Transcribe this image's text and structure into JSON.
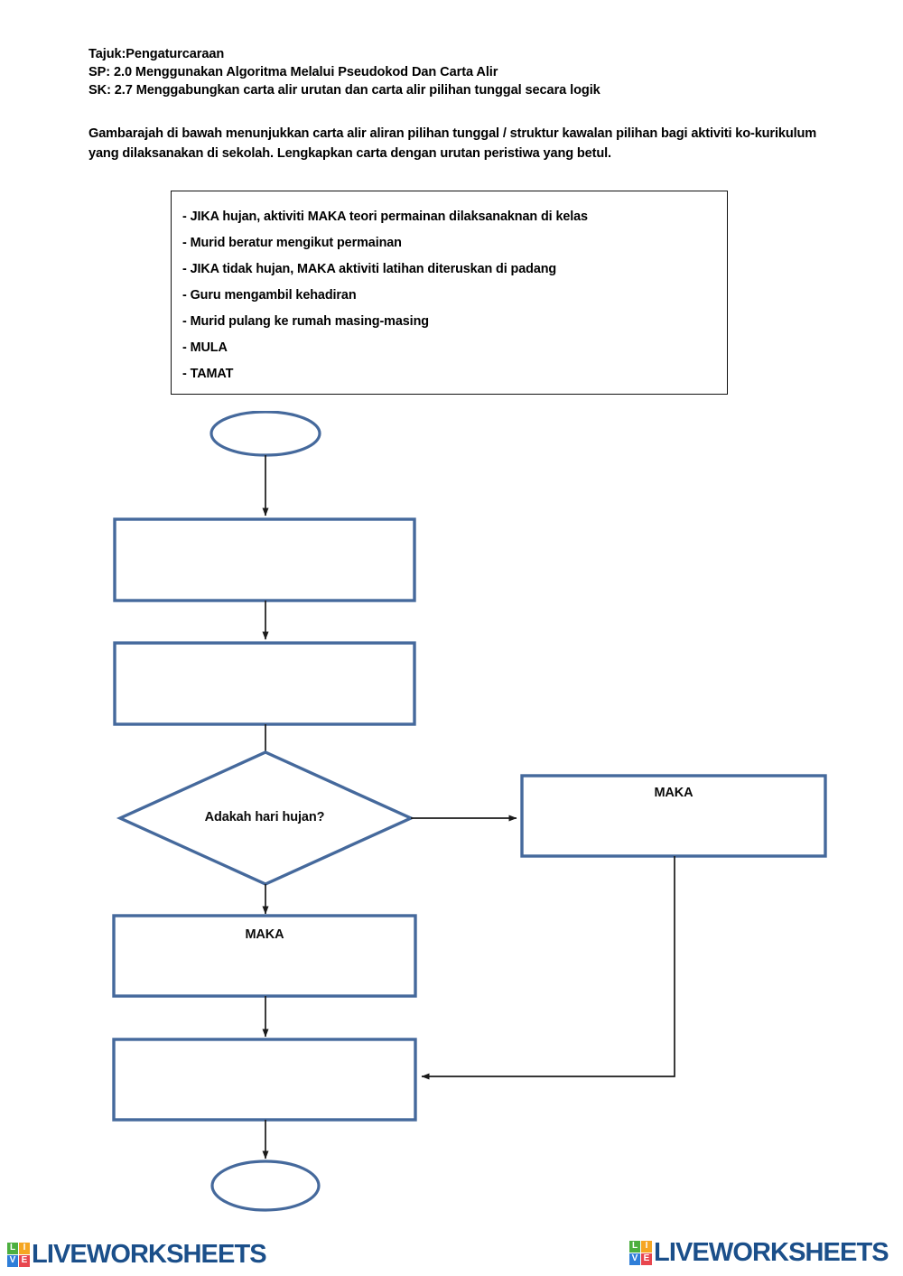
{
  "header": {
    "lines": [
      "Tajuk:Pengaturcaraan",
      "SP: 2.0 Menggunakan Algoritma Melalui Pseudokod Dan Carta Alir",
      "SK: 2.7 Menggabungkan carta alir urutan dan carta alir pilihan tunggal secara logik"
    ],
    "instructions": "Gambarajah di bawah menunjukkan carta alir aliran pilihan tunggal / struktur kawalan pilihan bagi aktiviti ko-kurikulum yang dilaksanakan di sekolah. Lengkapkan carta dengan urutan peristiwa yang betul."
  },
  "items_box": {
    "items": [
      "- JIKA hujan, aktiviti MAKA teori permainan dilaksanaknan di kelas",
      "- Murid beratur mengikut permainan",
      "- JIKA tidak hujan, MAKA aktiviti latihan diteruskan di padang",
      "- Guru mengambil kehadiran",
      "- Murid pulang ke rumah masing-masing",
      "- MULA",
      "- TAMAT"
    ]
  },
  "flowchart": {
    "shape_outline_color": "#45699c",
    "connector_color": "#1a1a1a",
    "start_oval": {
      "text": ""
    },
    "process_1": {
      "text": ""
    },
    "process_2": {
      "text": ""
    },
    "decision": {
      "text": "Adakah hari hujan?"
    },
    "branch_right_box": {
      "text": "MAKA"
    },
    "branch_left_box": {
      "text": "MAKA"
    },
    "process_merge": {
      "text": ""
    },
    "end_oval": {
      "text": ""
    }
  },
  "footer": {
    "logo": {
      "wordmark": "LIVEWORKSHEETS",
      "mark_letters": [
        "L",
        "I",
        "V",
        "E"
      ],
      "mark_colors": [
        "#4caf3f",
        "#f5a623",
        "#2f7ed8",
        "#e8464e"
      ],
      "wordmark_color": "#1b4f8a"
    }
  }
}
